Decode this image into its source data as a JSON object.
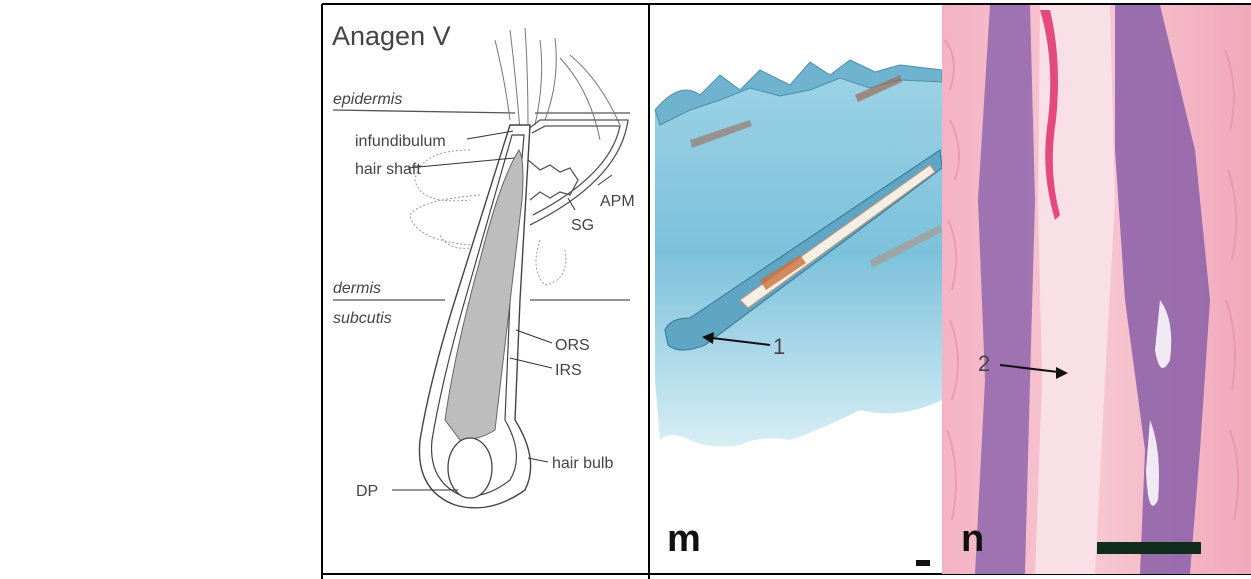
{
  "diagram": {
    "title": "Anagen V",
    "layers": {
      "epidermis": "epidermis",
      "dermis": "dermis",
      "subcutis": "subcutis"
    },
    "labels": {
      "infundibulum": "infundibulum",
      "hair_shaft": "hair shaft",
      "apm": "APM",
      "sg": "SG",
      "ors": "ORS",
      "irs": "IRS",
      "hair_bulb": "hair bulb",
      "dp": "DP"
    }
  },
  "panels": {
    "m": {
      "letter": "m",
      "marker": "1"
    },
    "n": {
      "letter": "n",
      "marker": "2"
    }
  },
  "colors": {
    "shaft_fill": "#bdbdbd",
    "alcian_blue": "#7ec4dc",
    "he_pink": "#f2a9bd",
    "he_purple": "#8a5fa8",
    "scale_bar": "#0f2c1a"
  }
}
